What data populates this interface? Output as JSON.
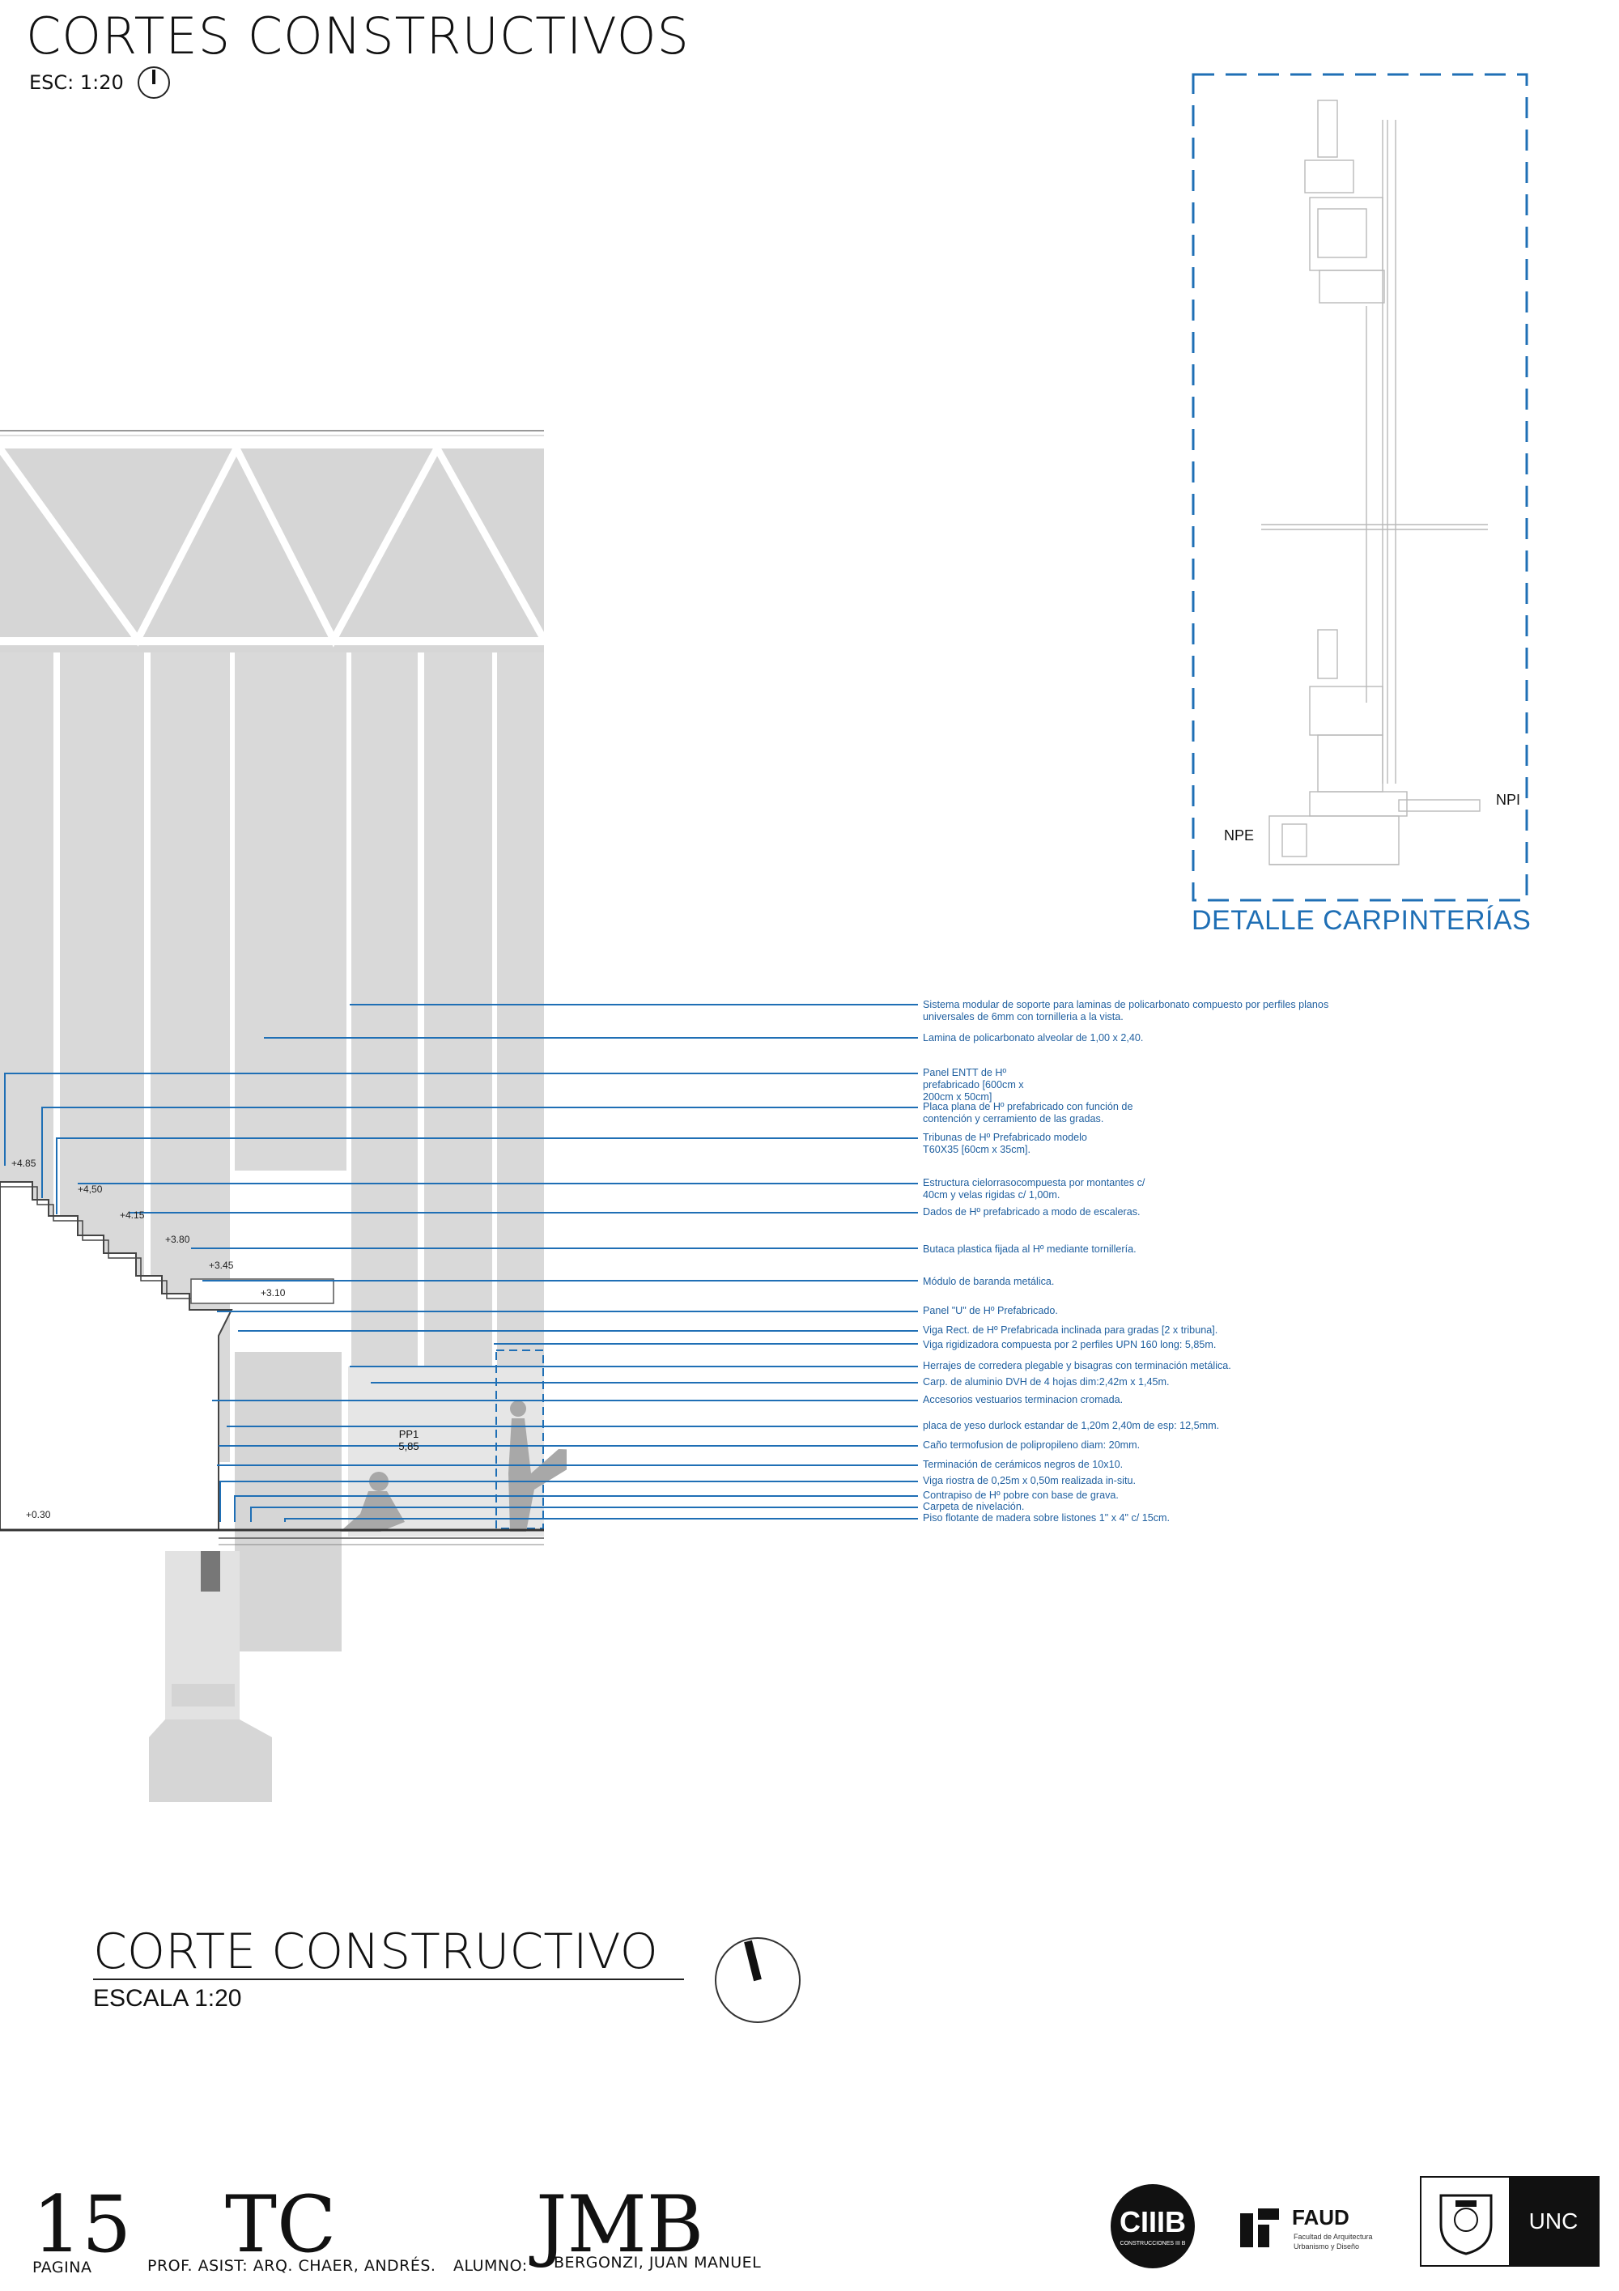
{
  "header": {
    "title": "CORTES CONSTRUCTIVOS",
    "scale": "ESC: 1:20"
  },
  "detail": {
    "title": "DETALLE CARPINTERÍAS",
    "label_npe": "NPE",
    "label_npi": "NPI"
  },
  "section": {
    "title": "CORTE CONSTRUCTIVO",
    "scale": "ESCALA 1:20",
    "beam_label": "PP1",
    "beam_value": "5,85"
  },
  "levels": [
    "+4.85",
    "+4,50",
    "+4.15",
    "+3.80",
    "+3.45",
    "+3.10",
    "+0.30"
  ],
  "annotations": [
    "Sistema modular de soporte para laminas de policarbonato compuesto por perfiles planos universales de 6mm con tornilleria a la vista.",
    "Lamina de policarbonato alveolar de 1,00 x 2,40.",
    "Panel ENTT de Hº prefabricado [600cm x 200cm x 50cm]",
    "Placa plana de Hº prefabricado con función de contención y cerramiento de las gradas.",
    "Tribunas de Hº Prefabricado modelo T60X35 [60cm x 35cm].",
    "Estructura cielorrasocompuesta por montantes c/ 40cm y velas rigidas c/ 1,00m.",
    "Dados de Hº prefabricado a modo de escaleras.",
    "Butaca plastica fijada al Hº mediante tornillería.",
    "Módulo de baranda metálica.",
    "Panel \"U\" de Hº Prefabricado.",
    "Viga Rect. de Hº Prefabricada inclinada para gradas [2 x tribuna].",
    "Viga rigidizadora compuesta por 2 perfiles UPN 160 long: 5,85m.",
    "Herrajes de corredera plegable y bisagras con terminación metálica.",
    "Carp. de aluminio DVH de 4 hojas dim:2,42m x 1,45m.",
    "Accesorios vestuarios terminacion cromada.",
    "placa de yeso durlock estandar de 1,20m 2,40m de esp: 12,5mm.",
    "Caño termofusion de polipropileno diam: 20mm.",
    "Terminación de cerámicos negros de 10x10.",
    "Viga riostra de 0,25m x 0,50m realizada in-situ.",
    "Contrapiso de Hº pobre con base de grava.",
    "Carpeta de nivelación.",
    "Piso flotante de madera sobre listones 1\" x 4\" c/ 15cm."
  ],
  "footer": {
    "page_number": "15",
    "page_label": "PAGINA",
    "tc": "TC",
    "prof": "PROF. ASIST: ARQ. CHAER, ANDRÉS.",
    "jmb": "JMB",
    "alumno_label": "ALUMNO:",
    "alumno_name": "BERGONZI, JUAN MANUEL",
    "logo_ciiib": "CIIIB",
    "logo_ciiib_sub": "CONSTRUCCIONES III B",
    "logo_faud": "FAUD",
    "logo_faud_sub1": "Facultad de Arquitectura",
    "logo_faud_sub2": "Urbanismo y Diseño",
    "logo_unc": "UNC"
  },
  "colors": {
    "accent": "#1f6fb5",
    "note_text": "#1f5f9f",
    "section_fill": "#d9d9d9"
  }
}
